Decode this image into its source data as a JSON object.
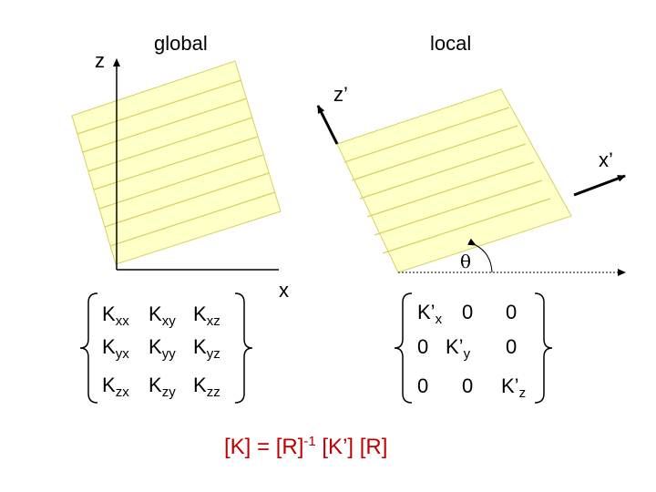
{
  "labels": {
    "z": "z",
    "global": "global",
    "local": "local",
    "z_prime": "z’",
    "x_prime": "x’",
    "x": "x",
    "theta": "θ"
  },
  "global_matrix": {
    "rows": [
      [
        {
          "base": "K",
          "sub": "xx"
        },
        {
          "base": "K",
          "sub": "xy"
        },
        {
          "base": "K",
          "sub": "xz"
        }
      ],
      [
        {
          "base": "K",
          "sub": "yx"
        },
        {
          "base": "K",
          "sub": "yy"
        },
        {
          "base": "K",
          "sub": "yz"
        }
      ],
      [
        {
          "base": "K",
          "sub": "zx"
        },
        {
          "base": "K",
          "sub": "zy"
        },
        {
          "base": "K",
          "sub": "zz"
        }
      ]
    ]
  },
  "local_matrix": {
    "rows": [
      [
        {
          "base": "K’",
          "sub": "x"
        },
        {
          "base": "0",
          "sub": ""
        },
        {
          "base": "0",
          "sub": ""
        }
      ],
      [
        {
          "base": "0",
          "sub": ""
        },
        {
          "base": "K’",
          "sub": "y"
        },
        {
          "base": "0",
          "sub": ""
        }
      ],
      [
        {
          "base": "0",
          "sub": ""
        },
        {
          "base": "0",
          "sub": ""
        },
        {
          "base": "K’",
          "sub": "z"
        }
      ]
    ]
  },
  "formula": {
    "part1": "[K] = [R]",
    "sup": "-1",
    "part2": " [K’] [R]"
  },
  "colors": {
    "panel_fill": "#ffffc8",
    "panel_lines": "#d8d060",
    "formula": "#c00000"
  }
}
